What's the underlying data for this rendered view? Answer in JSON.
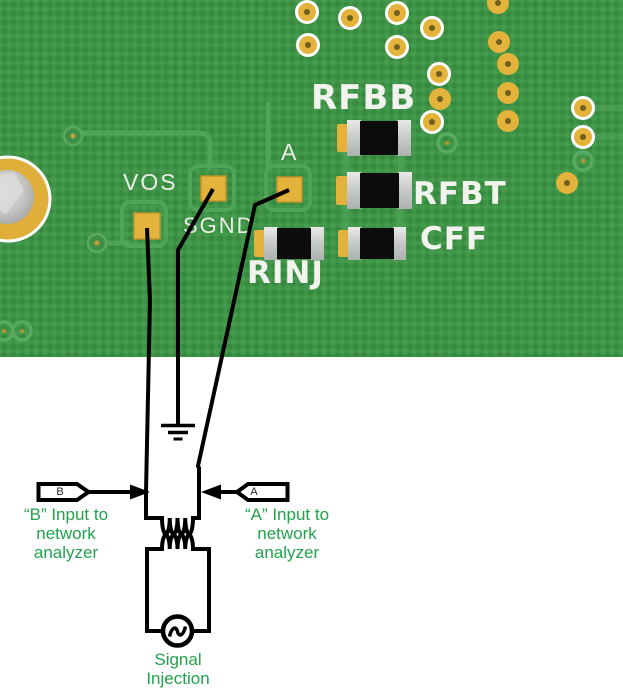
{
  "pcb": {
    "labels": {
      "rfbb": "RFBB",
      "rfbt": "RFBT",
      "cff": "CFF",
      "rinj": "RINJ",
      "vos": "VOS",
      "sgnd": "SGND",
      "a": "A"
    },
    "colors": {
      "board_green": "#3E9546",
      "trace_green": "#4EA457",
      "pad_gold": "#E3B33C",
      "component_silver": "#C9CCC9",
      "component_black": "#0C0C0C",
      "silkscreen_white": "#F2F2EE"
    }
  },
  "schematic": {
    "flag_b": {
      "letter": "B"
    },
    "flag_a": {
      "letter": "A"
    },
    "probe_b": {
      "line1": "“B” Input to",
      "line2": "network analyzer"
    },
    "probe_a": {
      "line1": "“A” Input to",
      "line2": "network analyzer"
    },
    "signal": {
      "line1": "Signal",
      "line2": "Injection"
    },
    "colors": {
      "annotation_green": "#21A24C",
      "line_black": "#000000"
    }
  }
}
